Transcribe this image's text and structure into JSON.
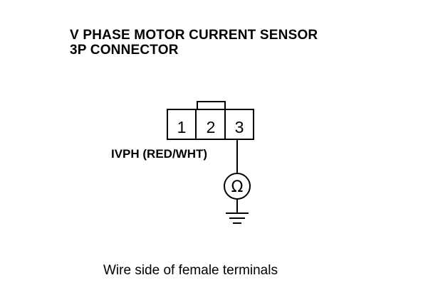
{
  "title": {
    "line1": "V PHASE MOTOR CURRENT SENSOR",
    "line2": "3P CONNECTOR"
  },
  "connector": {
    "pins": [
      "1",
      "2",
      "3"
    ]
  },
  "wire_label": "IVPH (RED/WHT)",
  "meter_symbol": "Ω",
  "caption": "Wire side of female terminals"
}
